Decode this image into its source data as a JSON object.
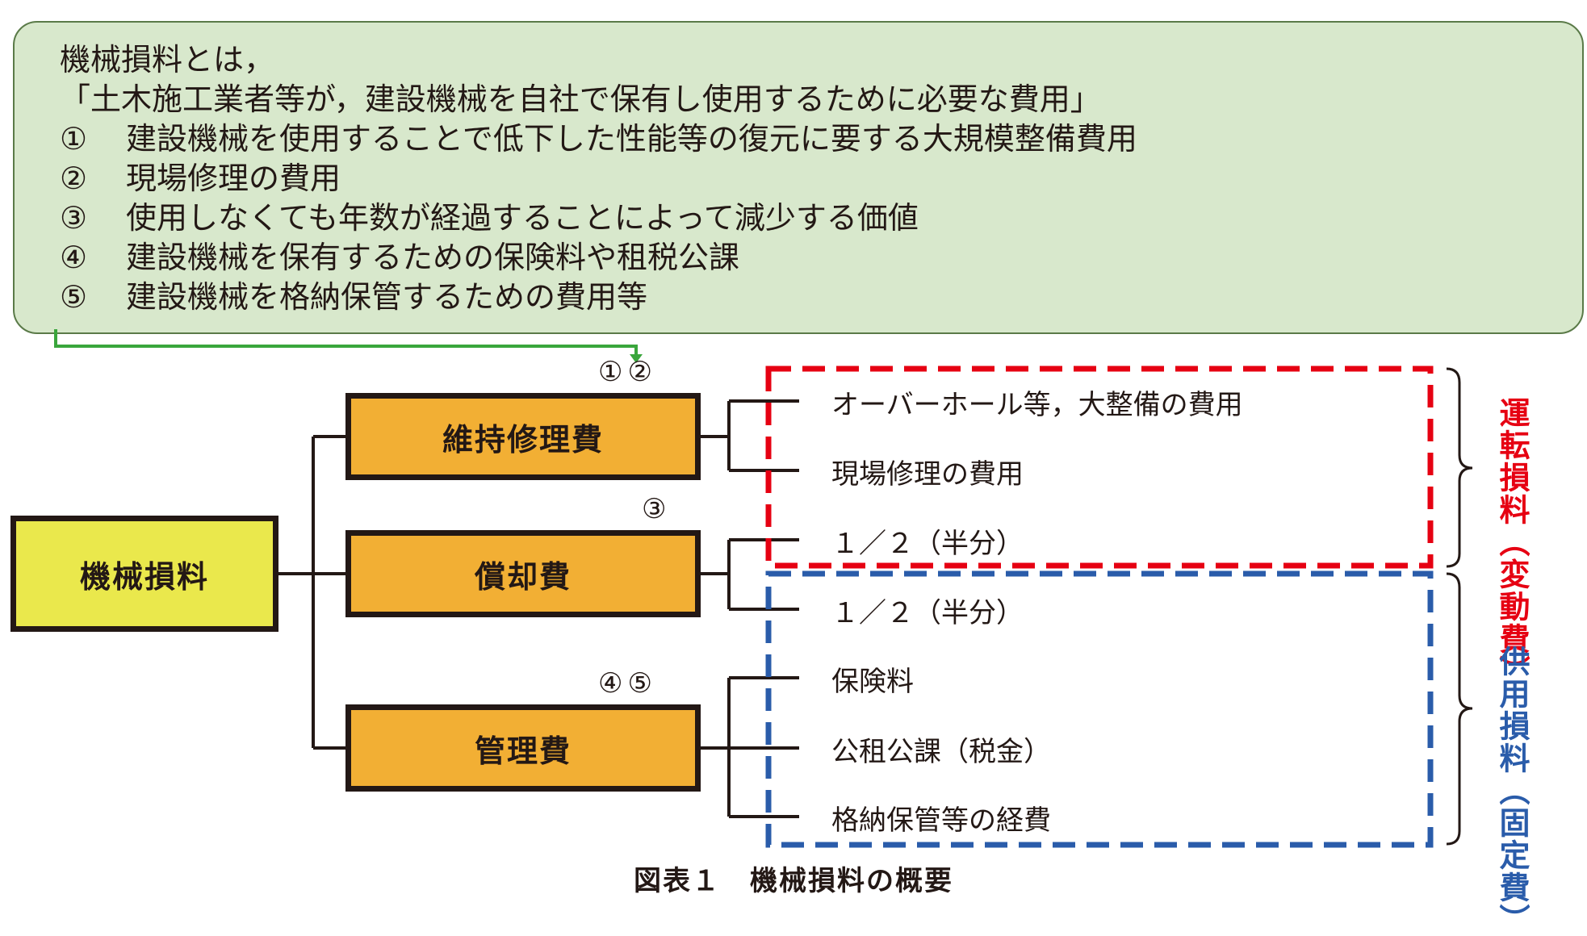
{
  "definition": {
    "intro": "機械損料とは，",
    "summary": "「土木施工業者等が，建設機械を自社で保有し使用するために必要な費用」",
    "items": [
      {
        "num": "①",
        "text": "建設機械を使用することで低下した性能等の復元に要する大規模整備費用"
      },
      {
        "num": "②",
        "text": "現場修理の費用"
      },
      {
        "num": "③",
        "text": "使用しなくても年数が経過することによって減少する価値"
      },
      {
        "num": "④",
        "text": "建設機械を保有するための保険料や租税公課"
      },
      {
        "num": "⑤",
        "text": "建設機械を格納保管するための費用等"
      }
    ]
  },
  "tree": {
    "root": "機械損料",
    "categories": [
      {
        "label": "維持修理費",
        "markers": "①②"
      },
      {
        "label": "償却費",
        "markers": "③"
      },
      {
        "label": "管理費",
        "markers": "④⑤"
      }
    ],
    "items": [
      "オーバーホール等，大整備の費用",
      "現場修理の費用",
      "１／２（半分）",
      "１／２（半分）",
      "保険料",
      "公租公課（税金）",
      "格納保管等の経費"
    ]
  },
  "groups": {
    "variable": {
      "label": "運転損料（変動費）",
      "color": "#e60012"
    },
    "fixed": {
      "label": "供用損料（固定費）",
      "color": "#2a5caa"
    }
  },
  "arrow_color": "#3aa63c",
  "caption": "図表１　機械損料の概要"
}
